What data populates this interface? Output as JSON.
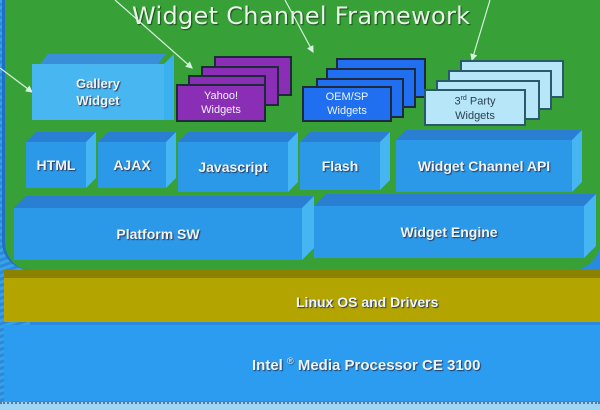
{
  "title": "Widget Channel Framework",
  "widgets": {
    "gallery": {
      "line1": "Gallery",
      "line2": "Widget"
    },
    "yahoo": {
      "line1": "Yahoo!",
      "line2": "Widgets"
    },
    "oem": {
      "line1": "OEM/SP",
      "line2": "Widgets"
    },
    "third_party": {
      "line1_num": "3",
      "line1_sup": "rd",
      "line1_rest": " Party",
      "line2": "Widgets"
    }
  },
  "tech_layer": [
    "HTML",
    "AJAX",
    "Javascript",
    "Flash",
    "Widget Channel API"
  ],
  "platform_layer": [
    "Platform SW",
    "Widget Engine"
  ],
  "os_layer": "Linux OS and Drivers",
  "hardware_layer": {
    "pre": "Intel",
    "mark": "®",
    "post": " Media Processor CE 3100"
  },
  "colors": {
    "framework_bg": "#37a037",
    "block_blue": "#2b98e8",
    "yahoo_purple": "#8a2fb5",
    "oem_blue": "#1f6ff0",
    "third_party_light": "#b6e6f8",
    "linux_olive": "#b3a400",
    "intel_blue": "#2b9cf0"
  }
}
